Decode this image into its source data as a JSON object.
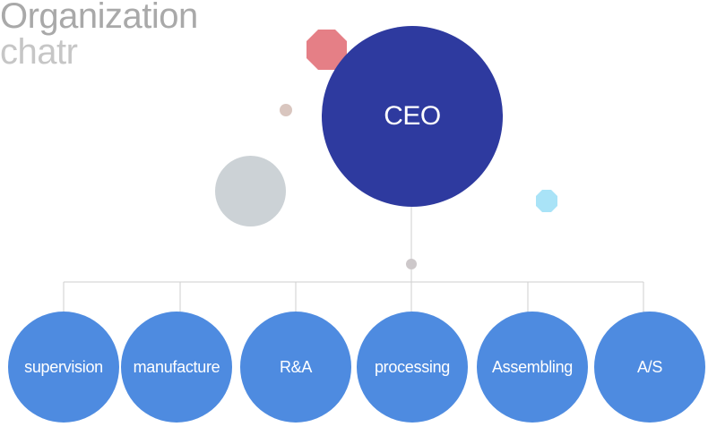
{
  "title": {
    "line1": "Organization",
    "line2": "chatr"
  },
  "root": {
    "label": "CEO"
  },
  "departments": [
    {
      "label": "supervision"
    },
    {
      "label": "manufacture"
    },
    {
      "label": "R&A"
    },
    {
      "label": "processing"
    },
    {
      "label": "Assembling"
    },
    {
      "label": "A/S"
    }
  ],
  "colors": {
    "ceo": "#2e3a9f",
    "department": "#4e8be0",
    "connector": "#cfcfcf",
    "accent_red": "#e57f86",
    "accent_cyan": "#a9e3f7",
    "accent_gray": "#ccd2d6",
    "accent_tan": "#d9c6bf"
  }
}
